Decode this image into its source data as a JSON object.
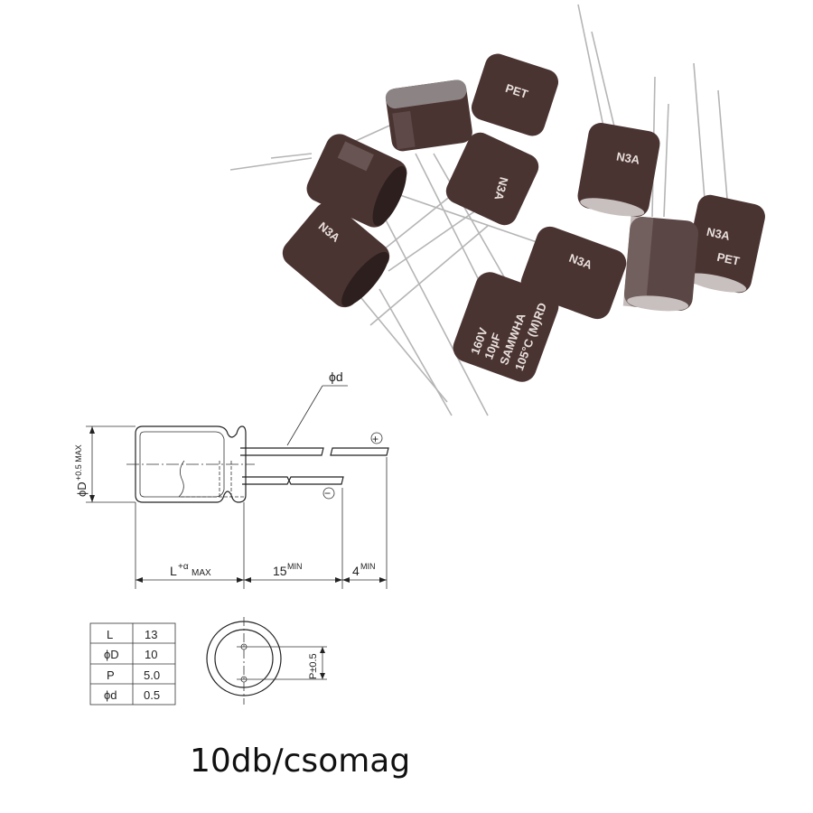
{
  "photo": {
    "capacitor_markings": [
      "N3A",
      "PET",
      "160V",
      "10µF",
      "105°C (M)",
      "RD",
      "SAMWHA"
    ],
    "body_color": "#4a3432",
    "lead_color": "#b8b8b8"
  },
  "drawing": {
    "lead_diameter_label": "ϕd",
    "plus_symbol": "+",
    "minus_symbol": "−",
    "diameter_label": "ϕD",
    "diameter_tolerance": "+0.5 MAX",
    "length_label": "L",
    "length_tolerance": "+α",
    "length_suffix": "MAX",
    "lead_length_value": "15",
    "lead_length_suffix": "MIN",
    "lead_end_value": "4",
    "lead_end_suffix": "MIN",
    "pitch_label": "P±0.5"
  },
  "spec_table": {
    "rows": [
      {
        "param": "L",
        "value": "13"
      },
      {
        "param": "ϕD",
        "value": "10"
      },
      {
        "param": "P",
        "value": "5.0"
      },
      {
        "param": "ϕd",
        "value": "0.5"
      }
    ]
  },
  "caption": "10db/csomag"
}
